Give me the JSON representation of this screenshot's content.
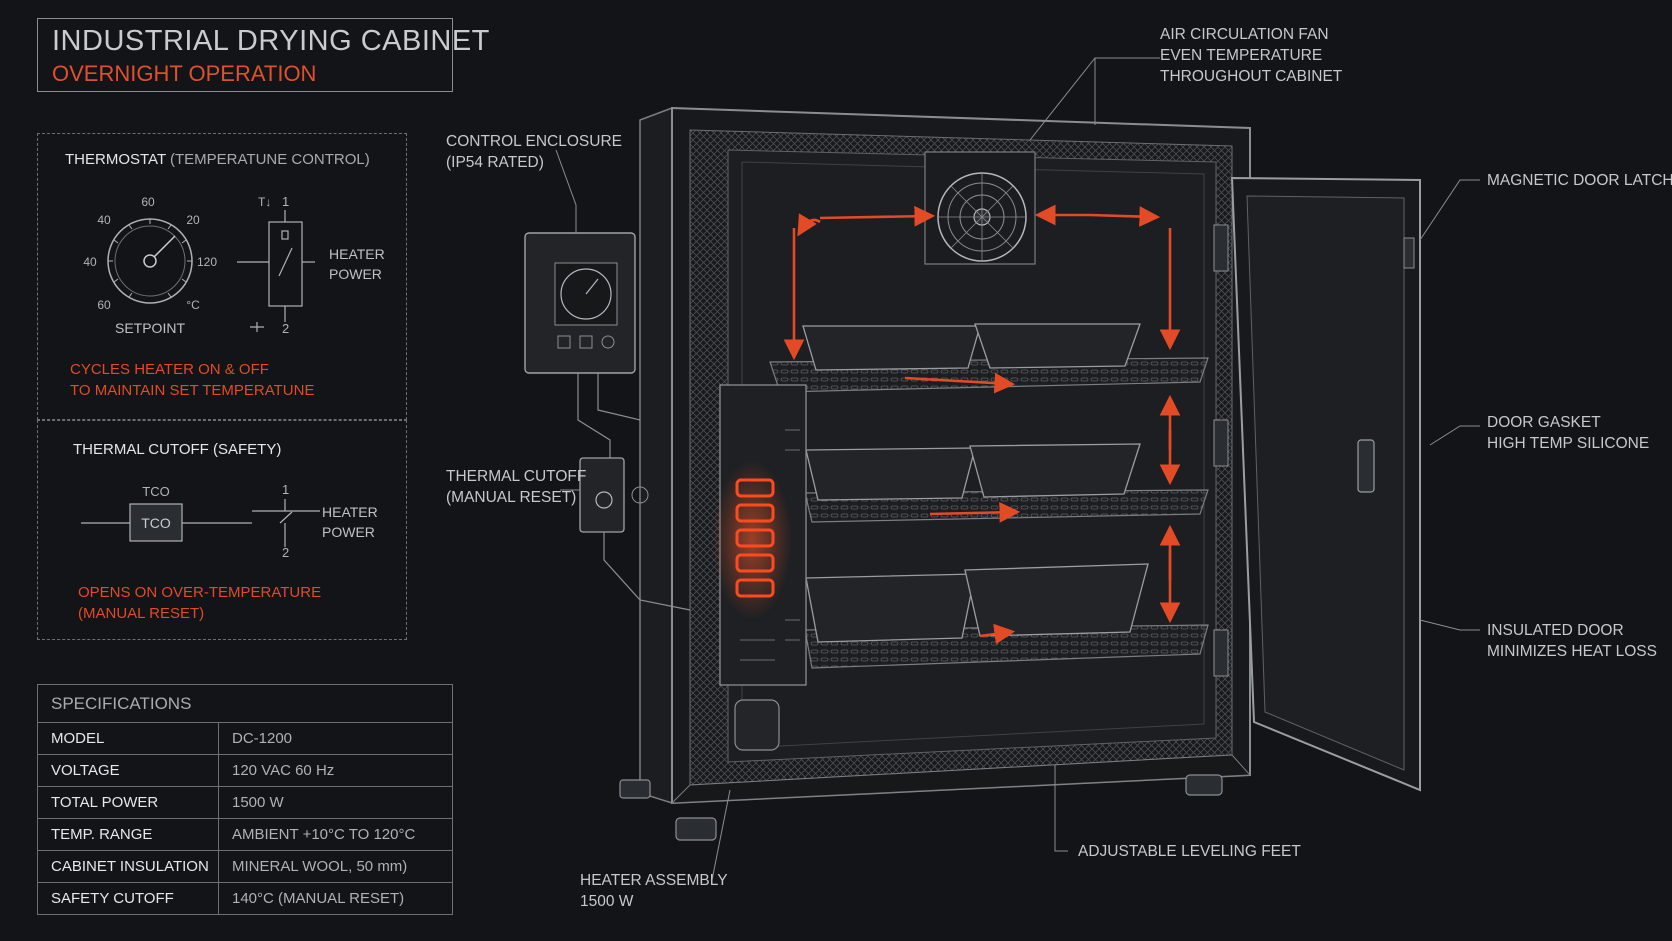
{
  "header": {
    "title": "INDUSTRIAL DRYING CABINET",
    "subtitle": "OVERNIGHT OPERATION"
  },
  "thermostat": {
    "title": "THERMOSTAT",
    "title_note": "(TEMPERATUNE CONTROL)",
    "dial_labels": [
      "60",
      "40",
      "20",
      "40",
      "120",
      "60",
      "°C"
    ],
    "setpoint_label": "SETPOINT",
    "switch_labels": [
      "T↓",
      "1",
      "2"
    ],
    "output_label_line1": "HEATER",
    "output_label_line2": "POWER",
    "note_line1": "CYCLES HEATER ON & OFF",
    "note_line2": "TO MAINTAIN SET TEMPERATUNE"
  },
  "cutoff": {
    "title": "THERMAL CUTOFF (SAFETY)",
    "tco_top": "TCO",
    "tco_box": "TCO",
    "switch_labels": [
      "1",
      "2"
    ],
    "output_label_line1": "HEATER",
    "output_label_line2": "POWER",
    "note_line1": "OPENS ON OVER-TEMPERATURE",
    "note_line2": "(MANUAL RESET)"
  },
  "specifications": {
    "title": "SPECIFICATIONS",
    "rows": [
      {
        "key": "MODEL",
        "value": "DC-1200"
      },
      {
        "key": "VOLTAGE",
        "value": "120 VAC   60 Hz"
      },
      {
        "key": "TOTAL POWER",
        "value": "1500 W"
      },
      {
        "key": "TEMP. RANGE",
        "value": "AMBIENT +10°C TO 120°C"
      },
      {
        "key": "CABINET INSULATION",
        "value": "MINERAL WOOL, 50 mm)"
      },
      {
        "key": "SAFETY CUTOFF",
        "value": "140°C (MANUAL RESET)"
      }
    ]
  },
  "callouts": {
    "fan": [
      "AIR CIRCULATION FAN",
      "EVEN TEMPERATURE",
      "THROUGHOUT CABINET"
    ],
    "control": [
      "CONTROL ENCLOSURE",
      "(IP54 RATED)"
    ],
    "thermal_cutoff": [
      "THERMAL CUTOFF",
      "(MANUAL RESET)"
    ],
    "heater": [
      "HEATER ASSEMBLY",
      "1500 W"
    ],
    "feet": [
      "ADJUSTABLE LEVELING FEET"
    ],
    "latch": [
      "MAGNETIC DOOR LATCH"
    ],
    "gasket": [
      "DOOR GASKET",
      "HIGH TEMP SILICONE"
    ],
    "door": [
      "INSULATED DOOR",
      "MINIMIZES HEAT LOSS"
    ]
  },
  "colors": {
    "background": "#121417",
    "accent": "#e1502c",
    "line": "#8a8e92"
  }
}
